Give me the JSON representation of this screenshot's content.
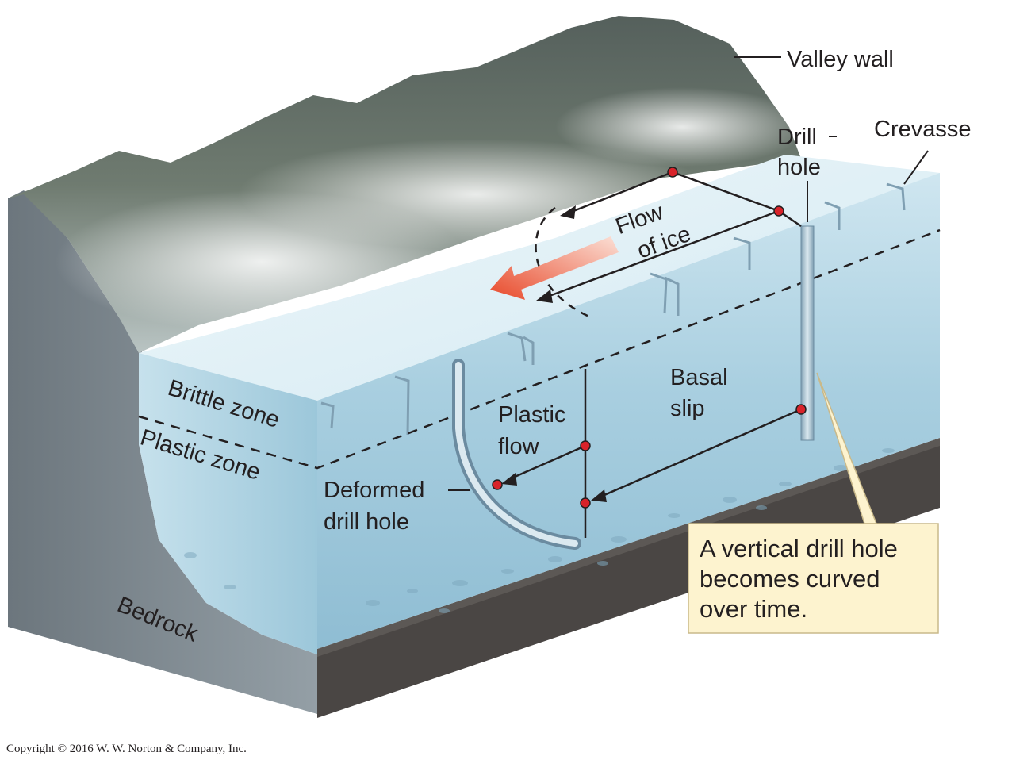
{
  "labels": {
    "valley_wall": "Valley wall",
    "drill_hole_1": "Drill",
    "drill_hole_2": "hole",
    "crevasse": "Crevasse",
    "flow_of_ice_1": "Flow",
    "flow_of_ice_2": "of ice",
    "basal_slip_1": "Basal",
    "basal_slip_2": "slip",
    "plastic_flow_1": "Plastic",
    "plastic_flow_2": "flow",
    "brittle_zone": "Brittle zone",
    "plastic_zone": "Plastic zone",
    "deformed_drill_hole_1": "Deformed",
    "deformed_drill_hole_2": "drill hole",
    "bedrock": "Bedrock"
  },
  "callout": {
    "line1": "A vertical drill hole",
    "line2": "becomes curved",
    "line3": "over time."
  },
  "copyright": "Copyright © 2016 W. W. Norton & Company, Inc.",
  "colors": {
    "ice_front": "#a9cfe0",
    "ice_top": "#dcedf4",
    "bedrock": "#7d8a92",
    "bedrock_front": "#4a4644",
    "mountain": "#5f6b66",
    "marker": "#d8232a",
    "flow_arrow": "#e8492a",
    "callout_fill": "#fdf3cf"
  }
}
